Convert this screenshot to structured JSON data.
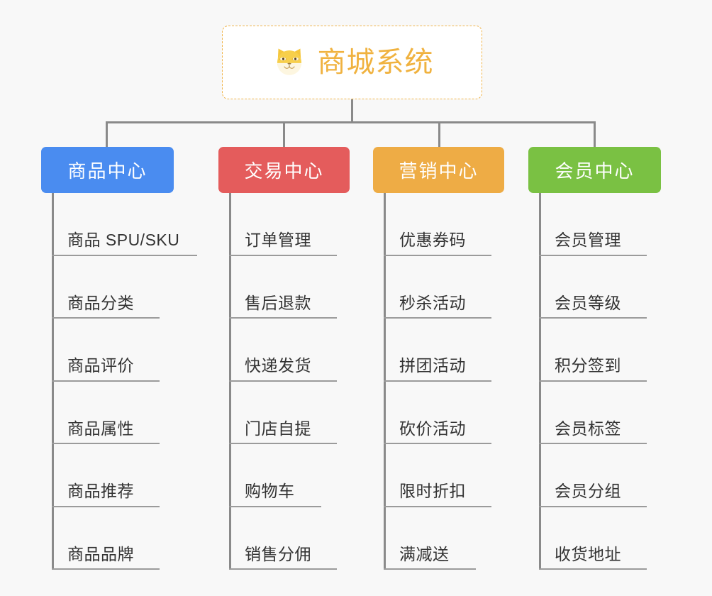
{
  "canvas": {
    "background": "#f8f8f8",
    "line_color": "#8a8a8a",
    "leaf_rule_color": "#9b9b9b",
    "leaf_text_color": "#333333"
  },
  "root": {
    "title": "商城系统",
    "icon": "shiba-inu-face-icon",
    "border_color": "#f0b44a",
    "text_color": "#f0b23f",
    "background": "#ffffff"
  },
  "categories": [
    {
      "id": "product-center",
      "label": "商品中心",
      "color": "#4a8cf0",
      "items": [
        {
          "label": "商品 SPU/SKU"
        },
        {
          "label": "商品分类"
        },
        {
          "label": "商品评价"
        },
        {
          "label": "商品属性"
        },
        {
          "label": "商品推荐"
        },
        {
          "label": "商品品牌"
        }
      ]
    },
    {
      "id": "trade-center",
      "label": "交易中心",
      "color": "#e45c5c",
      "items": [
        {
          "label": "订单管理"
        },
        {
          "label": "售后退款"
        },
        {
          "label": "快递发货"
        },
        {
          "label": "门店自提"
        },
        {
          "label": "购物车"
        },
        {
          "label": "销售分佣"
        }
      ]
    },
    {
      "id": "marketing-center",
      "label": "营销中心",
      "color": "#eeac45",
      "items": [
        {
          "label": "优惠券码"
        },
        {
          "label": "秒杀活动"
        },
        {
          "label": "拼团活动"
        },
        {
          "label": "砍价活动"
        },
        {
          "label": "限时折扣"
        },
        {
          "label": "满减送"
        }
      ]
    },
    {
      "id": "member-center",
      "label": "会员中心",
      "color": "#7ac143",
      "items": [
        {
          "label": "会员管理"
        },
        {
          "label": "会员等级"
        },
        {
          "label": "积分签到"
        },
        {
          "label": "会员标签"
        },
        {
          "label": "会员分组"
        },
        {
          "label": "收货地址"
        }
      ]
    }
  ]
}
